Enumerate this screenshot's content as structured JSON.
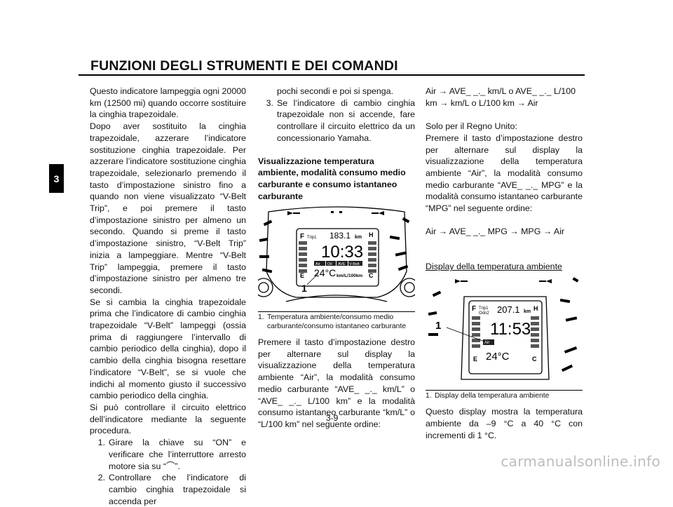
{
  "header": {
    "title": "FUNZIONI DEGLI STRUMENTI E DEI COMANDI",
    "chapter": "3"
  },
  "left_column": {
    "p1": "Questo indicatore lampeggia ogni 20000 km (12500 mi) quando occorre sostituire la cinghia trapezoidale.",
    "p2": "Dopo aver sostituito la cinghia trapezoidale, azzerare l’indicatore sostituzione cinghia trapezoidale. Per azzerare l’indicatore sostituzione cinghia trapezoidale, selezionarlo premendo il tasto d’impostazione sinistro fino a quando non viene visualizzato “V-Belt Trip”, e poi premere il tasto d’impostazione sinistro per almeno un secondo. Quando si preme il tasto d’impostazione sinistro, “V-Belt Trip” inizia a lampeggiare. Mentre “V-Belt Trip” lampeggia, premere il tasto d’impostazione sinistro per almeno tre secondi.",
    "p3": "Se si cambia la cinghia trapezoidale prima che l’indicatore di cambio cinghia trapezoidale “V-Belt” lampeggi (ossia prima di raggiungere l’intervallo di cambio periodico della cinghia), dopo il cambio della cinghia bisogna resettare l’indicatore “V-Belt”, se si vuole che indichi al momento giusto il successivo cambio periodico della cinghia.",
    "p4": "Si può controllare il circuito elettrico dell’indicatore mediante la seguente procedura.",
    "steps": [
      {
        "num": "1.",
        "text": "Girare la chiave su “ON” e verificare che l’interruttore arresto motore sia su “⌒”."
      },
      {
        "num": "2.",
        "text": "Controllare che l’indicatore di cambio cinghia trapezoidale si accenda per"
      }
    ]
  },
  "middle_column": {
    "cont": "pochi secondi e poi si spenga.",
    "step3_num": "3.",
    "step3": "Se l’indicatore di cambio cinghia trapezoidale non si accende, fare controllare il circuito elettrico da un concessionario Yamaha.",
    "subheading": "Visualizzazione temperatura ambiente, modalità consumo medio carburante e consumo istantaneo carburante",
    "figure1": {
      "trip_label": "Trip1",
      "odo_value": "183.1",
      "odo_unit": "km",
      "clock": "10:33",
      "mode_labels": [
        "Air",
        "Oil",
        "AVE",
        "V-Belt"
      ],
      "temp": "24°C",
      "fuel_unit": "km/L/100km",
      "callout": "1",
      "caption_num": "1.",
      "caption": "Temperatura ambiente/consumo medio carburante/consumo istantaneo carburante"
    },
    "p_after": "Premere il tasto d’impostazione destro per alternare sul display la visualizzazione della temperatura ambiente “Air”, la modalità consumo medio carburante “AVE_ _._ km/L” o “AVE_ _._ L/100 km” e la modalità consumo istantaneo carburante “km/L” o “L/100 km” nel seguente ordine:"
  },
  "right_column": {
    "seq1": "Air → AVE_ _._ km/L o AVE_ _._ L/100 km → km/L o L/100 km → Air",
    "uk_label": "Solo per il Regno Unito:",
    "uk_text": "Premere il tasto d’impostazione destro per alternare sul display la visualizzazione della temperatura ambiente “Air”, la modalità consumo medio carburante “AVE_ _._ MPG” e la modalità consumo istantaneo carburante “MPG” nel seguente ordine:",
    "seq2": "Air → AVE_ _._ MPG → MPG → Air",
    "subheading": "Display della temperatura ambiente",
    "figure2": {
      "trip_label": "Trip1",
      "odo_label": "Odo2",
      "odo_value": "207.1",
      "odo_unit": "km",
      "clock": "11:53",
      "mode_label": "Air",
      "temp": "24°C",
      "callout": "1",
      "caption_num": "1.",
      "caption": "Display della temperatura ambiente"
    },
    "p_end": "Questo display mostra la temperatura ambiente da –9 °C a 40 °C con incrementi di 1 °C."
  },
  "footer": {
    "page_number": "3-9",
    "watermark": "carmanualsonline.info"
  }
}
